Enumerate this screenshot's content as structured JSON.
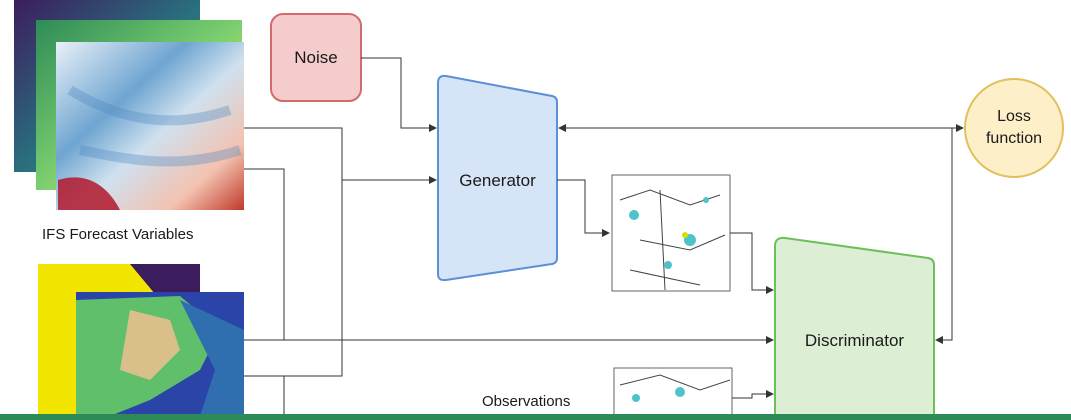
{
  "nodes": {
    "noise": "Noise",
    "generator": "Generator",
    "discriminator": "Discriminator",
    "loss": {
      "line1": "Loss",
      "line2": "function"
    }
  },
  "labels": {
    "ifs": "IFS Forecast Variables",
    "observations": "Observations"
  },
  "colors": {
    "noise_fill": "#f5cccc",
    "noise_stroke": "#d26b6b",
    "generator_fill": "#d5e4f7",
    "generator_stroke": "#5b8fd6",
    "discriminator_fill": "#dcefd5",
    "discriminator_stroke": "#6cbf5a",
    "loss_fill": "#fdf0c8",
    "loss_stroke": "#e2c05a",
    "arrow": "#333333",
    "footer_bar": "#2e8b57"
  }
}
